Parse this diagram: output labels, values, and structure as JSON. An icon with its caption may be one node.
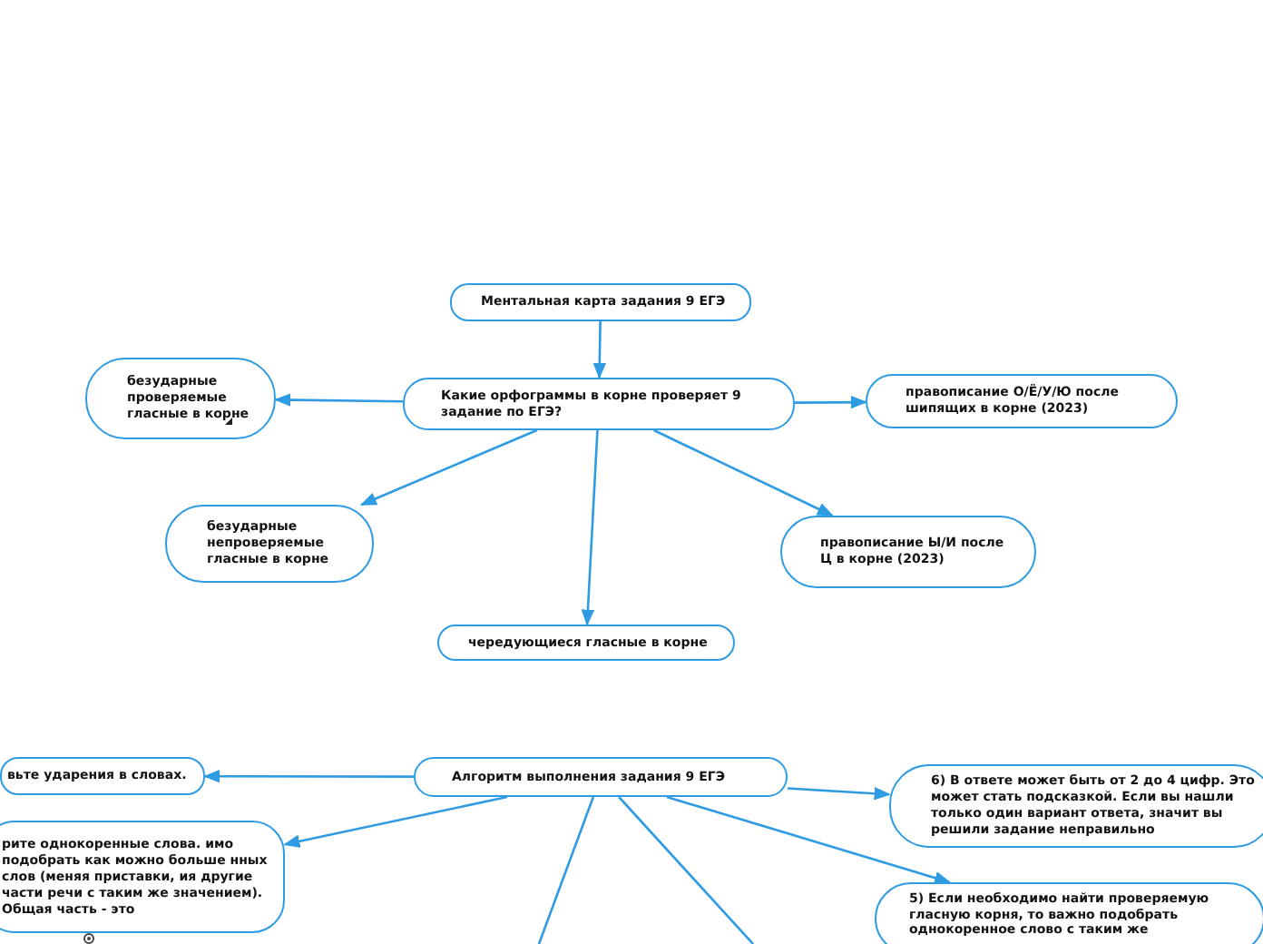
{
  "diagram": {
    "nodes": [
      {
        "text": [
          "Ментальная карта задания 9 ЕГЭ"
        ]
      },
      {
        "text": [
          "Какие орфограммы в корне проверяет 9 задание по ЕГЭ?"
        ]
      },
      {
        "text": [
          "безударные проверяемые гласные в корне"
        ]
      },
      {
        "text": [
          "правописание О/Ё/У/Ю после шипящих в корне (2023)"
        ]
      },
      {
        "text": [
          "безударные непроверяемые гласные в корне"
        ]
      },
      {
        "text": [
          "правописание Ы/И после Ц в корне (2023)"
        ]
      },
      {
        "text": [
          "чередующиеся гласные в корне"
        ]
      },
      {
        "text": [
          "Алгоритм выполнения задания 9 ЕГЭ"
        ]
      },
      {
        "text": [
          "вьте ударения в словах."
        ]
      },
      {
        "text": [
          "рите однокоренные слова. имо подобрать как можно больше нных слов (меняя приставки, ия другие части речи с таким же значением). Общая часть - это"
        ]
      },
      {
        "text": [
          "6) В ответе может быть от 2 до 4 цифр. Это может стать подсказкой. Если вы нашли только один вариант ответа, значит вы решили задание неправильно"
        ]
      },
      {
        "text": [
          "5) Если необходимо найти проверяемую гласную корня, то важно подобрать однокоренное слово с таким же"
        ]
      }
    ],
    "edges": [
      {
        "from": 0,
        "to": 1,
        "arrow": "to"
      },
      {
        "from": 1,
        "to": 2,
        "arrow": "to"
      },
      {
        "from": 1,
        "to": 3,
        "arrow": "to"
      },
      {
        "from": 1,
        "to": 4,
        "arrow": "to"
      },
      {
        "from": 1,
        "to": 5,
        "arrow": "to"
      },
      {
        "from": 1,
        "to": 6,
        "arrow": "to"
      },
      {
        "from": 7,
        "to": 8,
        "arrow": "to"
      },
      {
        "from": 7,
        "to": 9,
        "arrow": "to"
      },
      {
        "from": 7,
        "to": 10,
        "arrow": "to"
      },
      {
        "from": 7,
        "to": 11,
        "arrow": "to"
      },
      {
        "from": 7,
        "to": null,
        "arrow": "none"
      },
      {
        "from": 7,
        "to": null,
        "arrow": "none"
      }
    ]
  }
}
